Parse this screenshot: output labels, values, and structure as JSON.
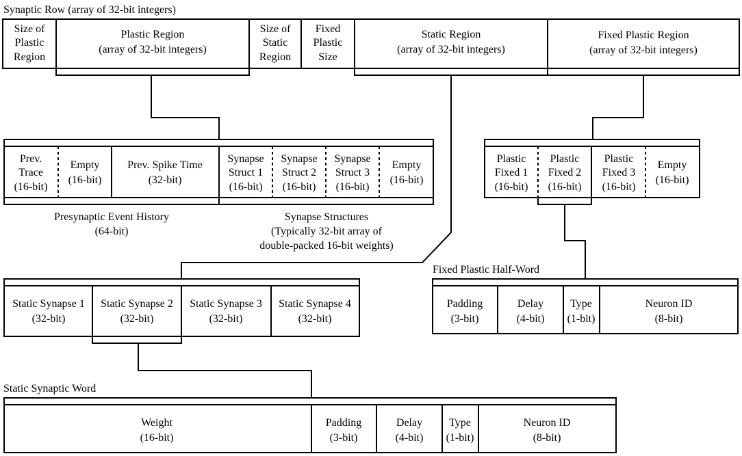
{
  "synaptic_row": {
    "caption": "Synaptic Row (array of 32-bit integers)",
    "cells": [
      {
        "l1": "Size of",
        "l2": "Plastic",
        "l3": "Region"
      },
      {
        "l1": "Plastic Region",
        "l2": "(array of 32-bit integers)"
      },
      {
        "l1": "Size of",
        "l2": "Static",
        "l3": "Region"
      },
      {
        "l1": "Fixed",
        "l2": "Plastic",
        "l3": "Size"
      },
      {
        "l1": "Static Region",
        "l2": "(array of 32-bit integers)"
      },
      {
        "l1": "Fixed Plastic Region",
        "l2": "(array of 32-bit integers)"
      }
    ]
  },
  "plastic_region": {
    "cells": [
      {
        "l1": "Prev.",
        "l2": "Trace",
        "l3": "(16-bit)"
      },
      {
        "l1": "Empty",
        "l2": "(16-bit)"
      },
      {
        "l1": "Prev. Spike Time",
        "l2": "(32-bit)"
      },
      {
        "l1": "Synapse",
        "l2": "Struct 1",
        "l3": "(16-bit)"
      },
      {
        "l1": "Synapse",
        "l2": "Struct 2",
        "l3": "(16-bit)"
      },
      {
        "l1": "Synapse",
        "l2": "Struct 3",
        "l3": "(16-bit)"
      },
      {
        "l1": "Empty",
        "l2": "(16-bit)"
      }
    ],
    "history_label": {
      "l1": "Presynaptic Event History",
      "l2": "(64-bit)"
    },
    "structures_label": {
      "l1": "Synapse Structures",
      "l2": "(Typically 32-bit array of",
      "l3": "double-packed 16-bit weights)"
    }
  },
  "fixed_plastic_region": {
    "cells": [
      {
        "l1": "Plastic",
        "l2": "Fixed 1",
        "l3": "(16-bit)"
      },
      {
        "l1": "Plastic",
        "l2": "Fixed 2",
        "l3": "(16-bit)"
      },
      {
        "l1": "Plastic",
        "l2": "Fixed 3",
        "l3": "(16-bit)"
      },
      {
        "l1": "Empty",
        "l2": "(16-bit)"
      }
    ]
  },
  "fixed_plastic_half_word": {
    "caption": "Fixed Plastic Half-Word",
    "cells": [
      {
        "l1": "Padding",
        "l2": "(3-bit)"
      },
      {
        "l1": "Delay",
        "l2": "(4-bit)"
      },
      {
        "l1": "Type",
        "l2": "(1-bit)"
      },
      {
        "l1": "Neuron ID",
        "l2": "(8-bit)"
      }
    ]
  },
  "static_region": {
    "cells": [
      {
        "l1": "Static Synapse 1",
        "l2": "(32-bit)"
      },
      {
        "l1": "Static Synapse 2",
        "l2": "(32-bit)"
      },
      {
        "l1": "Static Synapse 3",
        "l2": "(32-bit)"
      },
      {
        "l1": "Static Synapse 4",
        "l2": "(32-bit)"
      }
    ]
  },
  "static_synaptic_word": {
    "caption": "Static Synaptic Word",
    "cells": [
      {
        "l1": "Weight",
        "l2": "(16-bit)"
      },
      {
        "l1": "Padding",
        "l2": "(3-bit)"
      },
      {
        "l1": "Delay",
        "l2": "(4-bit)"
      },
      {
        "l1": "Type",
        "l2": "(1-bit)"
      },
      {
        "l1": "Neuron ID",
        "l2": "(8-bit)"
      }
    ]
  }
}
